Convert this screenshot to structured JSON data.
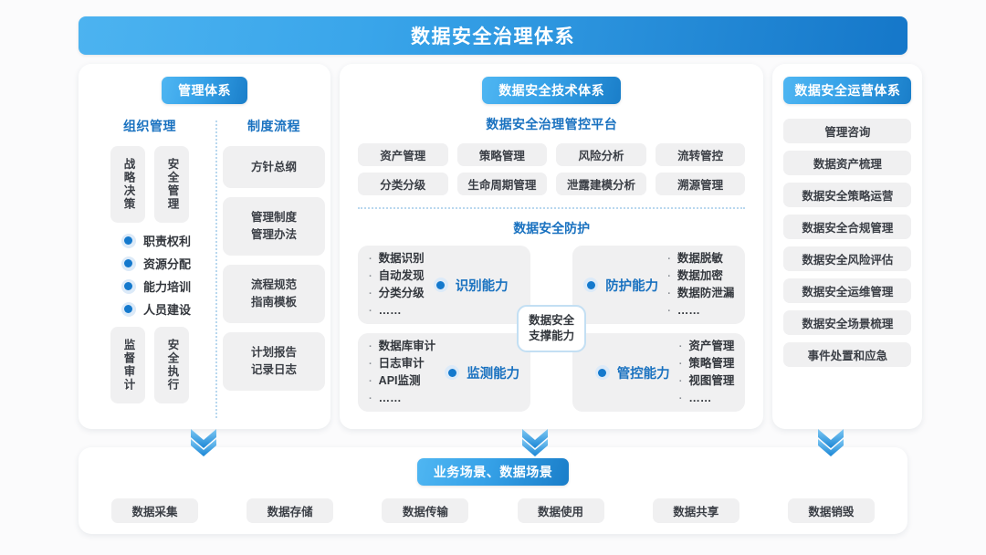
{
  "title": "数据安全治理体系",
  "management": {
    "pill": "管理体系",
    "col_org": {
      "head": "组织管理",
      "top_boxes": [
        "战略决策",
        "安全管理"
      ],
      "bullets": [
        "职责权利",
        "资源分配",
        "能力培训",
        "人员建设"
      ],
      "bottom_boxes": [
        "监督审计",
        "安全执行"
      ]
    },
    "col_policy": {
      "head": "制度流程",
      "boxes": [
        [
          "方针总纲"
        ],
        [
          "管理制度",
          "管理办法"
        ],
        [
          "流程规范",
          "指南模板"
        ],
        [
          "计划报告",
          "记录日志"
        ]
      ]
    }
  },
  "technology": {
    "pill": "数据安全技术体系",
    "platform_title": "数据安全治理管控平台",
    "platform_chips": [
      "资产管理",
      "策略管理",
      "风险分析",
      "流转管控",
      "分类分级",
      "生命周期管理",
      "泄露建模分析",
      "溯源管理"
    ],
    "protection_title": "数据安全防护",
    "center_badge": [
      "数据安全",
      "支撑能力"
    ],
    "quadrants": [
      {
        "caption": "识别能力",
        "side": "right",
        "items": [
          "数据识别",
          "自动发现",
          "分类分级",
          "……"
        ]
      },
      {
        "caption": "防护能力",
        "side": "left",
        "items": [
          "数据脱敏",
          "数据加密",
          "数据防泄漏",
          "……"
        ]
      },
      {
        "caption": "监测能力",
        "side": "right",
        "items": [
          "数据库审计",
          "日志审计",
          "API监测",
          "……"
        ]
      },
      {
        "caption": "管控能力",
        "side": "left",
        "items": [
          "资产管理",
          "策略管理",
          "视图管理",
          "……"
        ]
      }
    ]
  },
  "operation": {
    "pill": "数据安全运营体系",
    "items": [
      "管理咨询",
      "数据资产梳理",
      "数据安全策略运营",
      "数据安全合规管理",
      "数据安全风险评估",
      "数据安全运维管理",
      "数据安全场景梳理",
      "事件处置和应急"
    ]
  },
  "scenarios": {
    "pill": "业务场景、数据场景",
    "chips": [
      "数据采集",
      "数据存储",
      "数据传输",
      "数据使用",
      "数据共享",
      "数据销毁"
    ]
  },
  "icons": {
    "arrow": "double-chevron-down-icon",
    "bullet": "blue-dot-icon"
  },
  "colors": {
    "brand_blue": "#1a72c0",
    "pill_from": "#4fb6f2",
    "pill_to": "#1a7ec9",
    "chip_bg": "#f0f0f1"
  }
}
